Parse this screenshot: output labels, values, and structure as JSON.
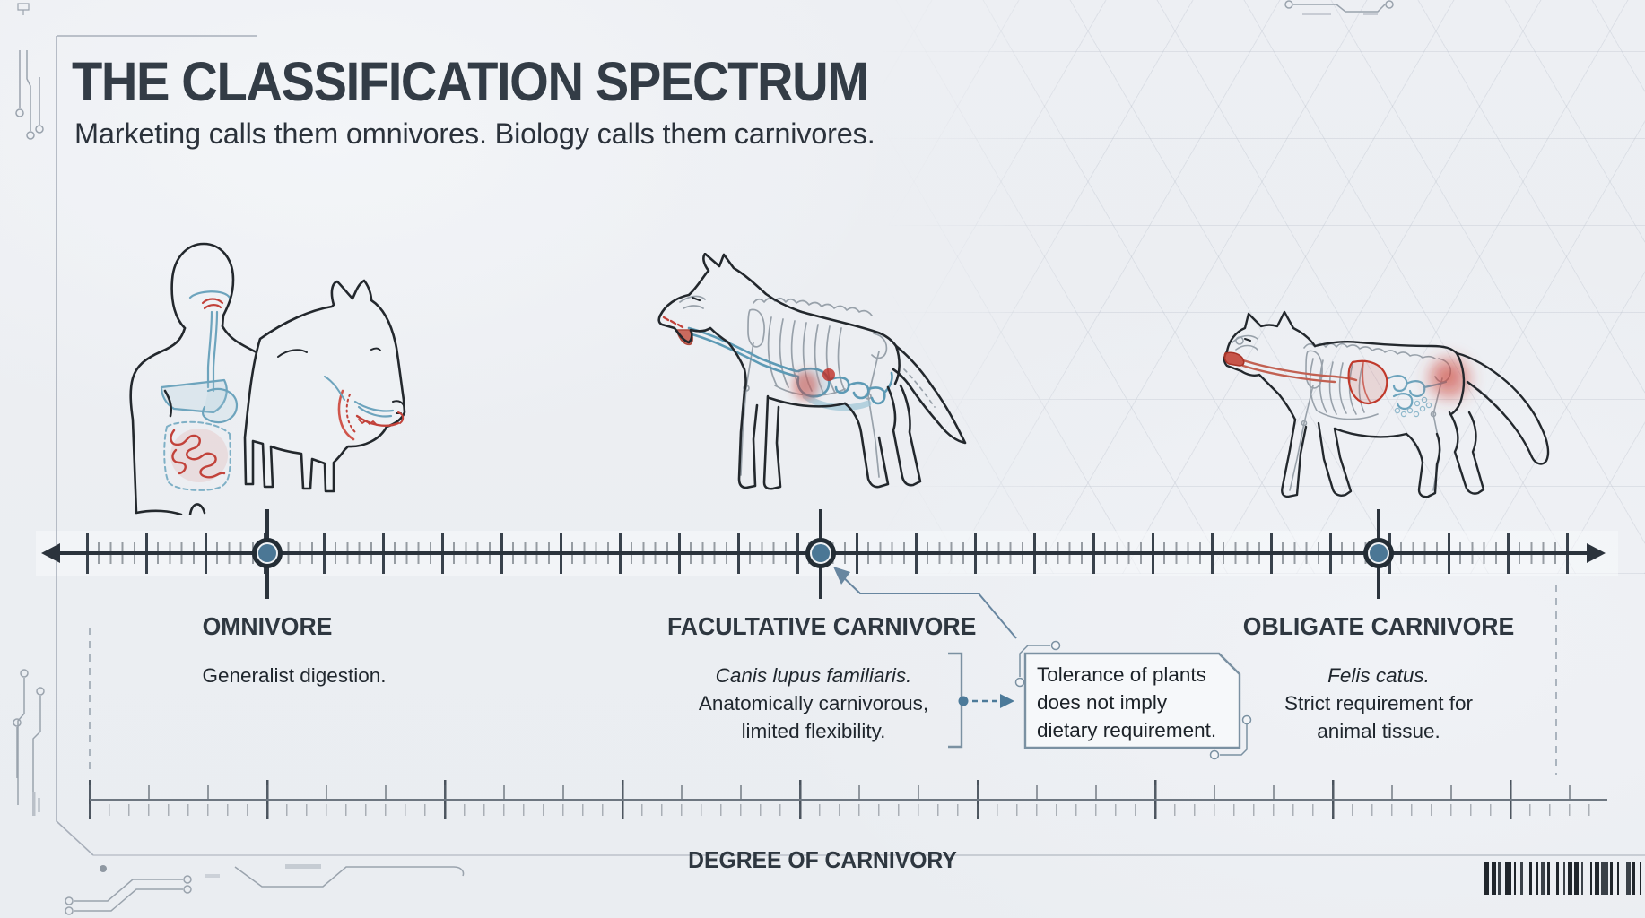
{
  "header": {
    "title": "THE CLASSIFICATION SPECTRUM",
    "subtitle": "Marketing calls them omnivores. Biology calls them carnivores."
  },
  "spectrum": {
    "axis_label": "DEGREE OF CARNIVORY",
    "categories": [
      {
        "id": "omnivore",
        "label": "OMNIVORE",
        "species": "",
        "description_lines": [
          "Generalist digestion."
        ],
        "illustration": "human-and-pig-digestive-anatomy"
      },
      {
        "id": "facultative-carnivore",
        "label": "FACULTATIVE CARNIVORE",
        "species": "Canis lupus familiaris.",
        "description_lines": [
          "Anatomically carnivorous,",
          "limited flexibility."
        ],
        "illustration": "dog-skeletal-digestive-anatomy"
      },
      {
        "id": "obligate-carnivore",
        "label": "OBLIGATE CARNIVORE",
        "species": "Felis catus.",
        "description_lines": [
          "Strict requirement for",
          "animal tissue."
        ],
        "illustration": "cat-skeletal-digestive-anatomy"
      }
    ]
  },
  "callout": {
    "lines": [
      "Tolerance of plants",
      "does not imply",
      "dietary requirement."
    ]
  },
  "colors": {
    "background": "#edeff3",
    "ink": "#2d353e",
    "axis": "#2b333c",
    "node_fill": "#4b7795",
    "accent_bluegray": "#7b91a2",
    "gi_blue": "#5d9ab5",
    "highlight_red": "#c0392b"
  },
  "decorations": {
    "barcode_pattern": "2121123112131211211312112121131121311213211212"
  }
}
